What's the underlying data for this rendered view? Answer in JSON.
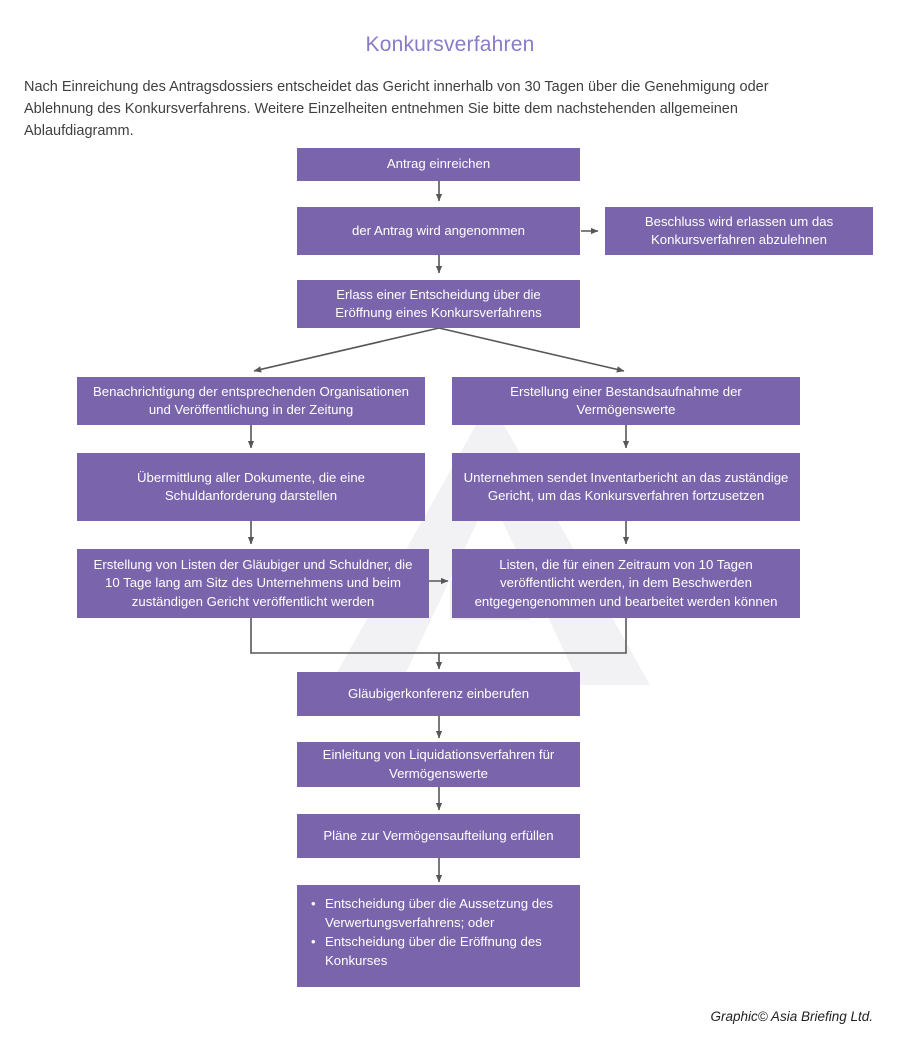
{
  "header": {
    "title": "Konkursverfahren",
    "intro": "Nach Einreichung des Antragsdossiers entscheidet das Gericht innerhalb von 30 Tagen über die Genehmigung oder Ablehnung des Konkursverfahrens. Weitere Einzelheiten entnehmen Sie bitte dem nachstehenden allgemeinen Ablaufdiagramm."
  },
  "footer": {
    "credit": "Graphic© Asia Briefing Ltd."
  },
  "colors": {
    "box_fill": "#7a64ac",
    "box_text": "#ffffff",
    "title": "#8a7bc8",
    "body_text": "#3f3f3f",
    "connector": "#575757",
    "watermark": "#f2f2f4",
    "background": "#ffffff"
  },
  "chart_data": {
    "type": "diagram",
    "title": "Konkursverfahren",
    "nodes": [
      {
        "id": "n1",
        "label": "Antrag einreichen"
      },
      {
        "id": "n2",
        "label": "der Antrag wird angenommen"
      },
      {
        "id": "n3",
        "label": "Beschluss wird erlassen um das Konkursverfahren abzulehnen"
      },
      {
        "id": "n4",
        "label": "Erlass einer Entscheidung über die Eröffnung eines Konkursverfahrens"
      },
      {
        "id": "n5",
        "label": "Benachrichtigung der entsprechenden Organisationen und Veröffentlichung in der Zeitung"
      },
      {
        "id": "n6",
        "label": "Erstellung einer Bestandsaufnahme der Vermögenswerte"
      },
      {
        "id": "n7",
        "label": "Übermittlung aller Dokumente, die eine Schuldanforderung darstellen"
      },
      {
        "id": "n8",
        "label": "Unternehmen sendet Inventarbericht an das zuständige Gericht, um das Konkursverfahren fortzusetzen"
      },
      {
        "id": "n9",
        "label": "Erstellung von Listen der Gläubiger und Schuldner, die 10 Tage lang am Sitz des Unternehmens und beim zuständigen Gericht veröffentlicht werden"
      },
      {
        "id": "n10",
        "label": "Listen, die für einen Zeitraum von 10 Tagen veröffentlicht werden, in dem Beschwerden entgegengenommen und bearbeitet werden können"
      },
      {
        "id": "n11",
        "label": "Gläubigerkonferenz einberufen"
      },
      {
        "id": "n12",
        "label": "Einleitung von Liquidationsverfahren für Vermögenswerte"
      },
      {
        "id": "n13",
        "label": "Pläne zur Vermögensaufteilung erfüllen"
      },
      {
        "id": "n14",
        "label": "Entscheidung über die Aussetzung des Verwertungsverfahrens; oder"
      },
      {
        "id": "n15",
        "label": "Entscheidung über die Eröffnung des Konkurses"
      }
    ],
    "edges": [
      {
        "from": "n1",
        "to": "n2",
        "kind": "down"
      },
      {
        "from": "n2",
        "to": "n3",
        "kind": "right"
      },
      {
        "from": "n2",
        "to": "n4",
        "kind": "down"
      },
      {
        "from": "n4",
        "to": "n5",
        "kind": "fork-left"
      },
      {
        "from": "n4",
        "to": "n6",
        "kind": "fork-right"
      },
      {
        "from": "n5",
        "to": "n7",
        "kind": "down"
      },
      {
        "from": "n6",
        "to": "n8",
        "kind": "down"
      },
      {
        "from": "n7",
        "to": "n9",
        "kind": "down"
      },
      {
        "from": "n8",
        "to": "n10",
        "kind": "down"
      },
      {
        "from": "n9",
        "to": "n10",
        "kind": "right"
      },
      {
        "from": "n9",
        "to": "n11",
        "kind": "merge"
      },
      {
        "from": "n10",
        "to": "n11",
        "kind": "merge"
      },
      {
        "from": "n11",
        "to": "n12",
        "kind": "down"
      },
      {
        "from": "n12",
        "to": "n13",
        "kind": "down"
      },
      {
        "from": "n13",
        "to": "n14",
        "kind": "down"
      }
    ]
  }
}
